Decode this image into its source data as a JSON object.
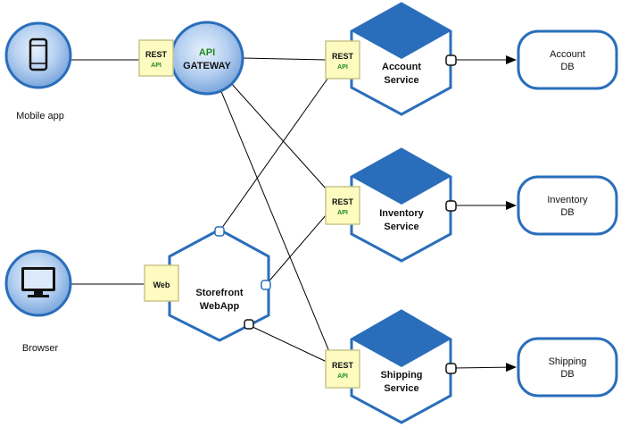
{
  "clients": [
    {
      "label": "Mobile app",
      "icon": "smartphone-icon"
    },
    {
      "label": "Browser",
      "icon": "monitor-icon"
    }
  ],
  "gateway": {
    "api_label": "API",
    "name_label": "GATEWAY",
    "interface_top": "REST",
    "interface_bottom": "API"
  },
  "webapp": {
    "line1": "Storefront",
    "line2": "WebApp",
    "interface_label": "Web"
  },
  "services": [
    {
      "line1": "Account",
      "line2": "Service",
      "interface_top": "REST",
      "interface_bottom": "API"
    },
    {
      "line1": "Inventory",
      "line2": "Service",
      "interface_top": "REST",
      "interface_bottom": "API"
    },
    {
      "line1": "Shipping",
      "line2": "Service",
      "interface_top": "REST",
      "interface_bottom": "API"
    }
  ],
  "databases": [
    {
      "line1": "Account",
      "line2": "DB"
    },
    {
      "line1": "Inventory",
      "line2": "DB"
    },
    {
      "line1": "Shipping",
      "line2": "DB"
    }
  ],
  "colors": {
    "primary_blue": "#2a6ebb",
    "light_blue": "#8fb8e8",
    "interface_fill": "#fdfbc0",
    "interface_border": "#c9c58a",
    "api_green": "#1f8a1f"
  }
}
